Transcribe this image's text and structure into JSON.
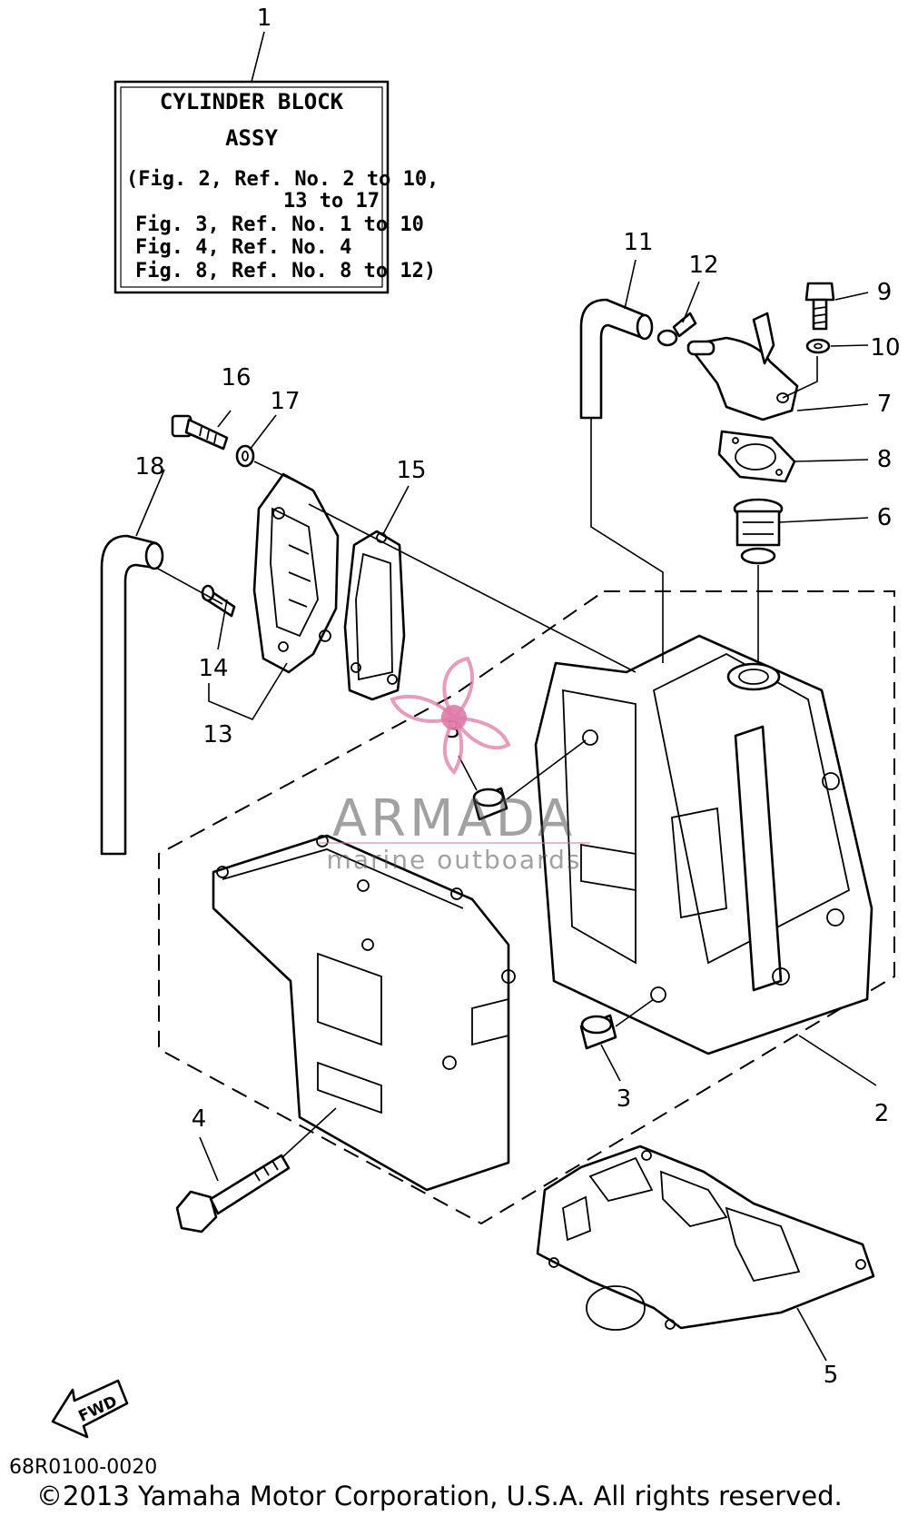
{
  "info_box": {
    "title_line1": "CYLINDER BLOCK",
    "title_line2": "ASSY",
    "line1": "(Fig. 2, Ref. No. 2 to 10,",
    "line2": "13 to 17",
    "line3": "Fig. 3, Ref. No. 1 to 10",
    "line4": "Fig. 4, Ref. No. 4",
    "line5": "Fig. 8, Ref. No. 8 to 12)"
  },
  "callouts": {
    "c1": "1",
    "c2": "2",
    "c3a": "3",
    "c3b": "3",
    "c4": "4",
    "c5": "5",
    "c6": "6",
    "c7": "7",
    "c8": "8",
    "c9": "9",
    "c10": "10",
    "c11": "11",
    "c12": "12",
    "c13": "13",
    "c14": "14",
    "c15": "15",
    "c16": "16",
    "c17": "17",
    "c18": "18"
  },
  "watermark": {
    "brand": "ARMADA",
    "tagline": "marine outboards",
    "color": "#e07aa8"
  },
  "fwd_label": "FWD",
  "page_code": "68R0100-0020",
  "copyright": "©2013 Yamaha Motor Corporation, U.S.A. All rights reserved."
}
